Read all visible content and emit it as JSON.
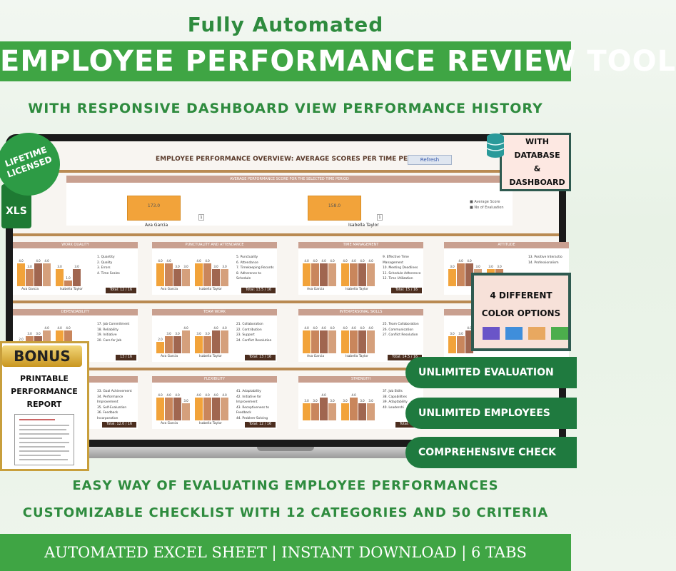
{
  "header": {
    "kicker": "Fully Automated",
    "banner": "EMPLOYEE PERFORMANCE REVIEW TOOL",
    "subtitle": "WITH RESPONSIVE DASHBOARD VIEW PERFORMANCE HISTORY"
  },
  "dashboard": {
    "title": "EMPLOYEE PERFORMANCE OVERVIEW: AVERAGE SCORES PER TIME PERIOD",
    "refresh_label": "Refresh",
    "overview": {
      "heading": "AVERAGE PERFORMANCE SCORE FOR THE SELECTED TIME PERIOD",
      "employees": [
        {
          "name": "Ava Garcia",
          "score": "173.0",
          "count": "1"
        },
        {
          "name": "Isabella Taylor",
          "score": "158.0",
          "count": "1"
        }
      ],
      "legend": [
        "Average Score",
        "No of Evaluation"
      ]
    },
    "categories": [
      {
        "title": "WORK QUALITY",
        "values": [
          "4.0",
          "3.0",
          "4.0",
          "4.0",
          "3.0",
          "1.0",
          "3.0"
        ],
        "criteria": [
          "1. Quantity",
          "2. Quality",
          "3. Errors",
          "4. Time Scales"
        ],
        "names": [
          "Ava Garcia",
          "Isabella Taylor"
        ],
        "total": "Total: 12 / 16"
      },
      {
        "title": "PUNCTUALITY AND ATTENDANCE",
        "values": [
          "4.0",
          "4.0",
          "3.0",
          "3.0",
          "4.0",
          "4.0",
          "3.0",
          "3.0"
        ],
        "criteria": [
          "5. Punctuality",
          "6. Attendance",
          "7. Timekeeping Records",
          "8. Adherence to Schedule"
        ],
        "names": [
          "Ava Garcia",
          "Isabella Taylor"
        ],
        "total": "Total: 13.5 / 16"
      },
      {
        "title": "TIME MANAGEMENT",
        "values": [
          "4.0",
          "4.0",
          "4.0",
          "4.0",
          "4.0",
          "4.0",
          "4.0",
          "4.0"
        ],
        "criteria": [
          "9. Effective Time Management",
          "10. Meeting Deadlines",
          "11. Schedule Adherence",
          "12. Time Utilization"
        ],
        "names": [
          "Ava Garcia",
          "Isabella Taylor"
        ],
        "total": "Total: 15 / 16"
      },
      {
        "title": "ATTITUDE",
        "values": [
          "3.0",
          "4.0",
          "4.0",
          "3.0",
          "3.0",
          "3.0"
        ],
        "criteria": [
          "13. Positive Interactio",
          "14. Professionalism"
        ],
        "names": [],
        "total": ""
      },
      {
        "title": "DEPENDABILITY",
        "values": [
          "2.0",
          "3.0",
          "3.0",
          "4.0",
          "4.0",
          "4.0"
        ],
        "criteria": [
          "17. Job Commitment",
          "18. Reliability",
          "19. Initiative",
          "20. Care for Job"
        ],
        "names": [],
        "total": "13 / 16"
      },
      {
        "title": "TEAM WORK",
        "values": [
          "2.0",
          "3.0",
          "3.0",
          "4.0",
          "3.0",
          "3.0",
          "4.0",
          "4.0"
        ],
        "criteria": [
          "21. Collaboration",
          "22. Contribution",
          "23. Support",
          "24. Conflict Resolution"
        ],
        "names": [
          "Ava Garcia",
          "Isabella Taylor"
        ],
        "total": "Total: 13 / 16"
      },
      {
        "title": "INTERPERSONAL SKILLS",
        "values": [
          "4.0",
          "4.0",
          "4.0",
          "4.0",
          "4.0",
          "4.0",
          "4.0",
          "4.0"
        ],
        "criteria": [
          "25. Team Collaboration",
          "26. Communication",
          "27. Conflict Resolution"
        ],
        "names": [
          "Ava Garcia",
          "Isabella Taylor"
        ],
        "total": "Total: 14.5 / 16"
      },
      {
        "title": "",
        "values": [
          "3.0",
          "3.0",
          "4.0"
        ],
        "criteria": [],
        "names": [],
        "total": ""
      },
      {
        "title": "",
        "values": [],
        "criteria": [
          "33. Goal Achievement",
          "34. Performance Improvement",
          "35. Self-Evaluation",
          "36. Feedback Incorporation"
        ],
        "names": [],
        "total": "Total: 12.0 / 16"
      },
      {
        "title": "FLEXIBILITY",
        "values": [
          "4.0",
          "4.0",
          "4.0",
          "3.0",
          "4.0",
          "4.0",
          "4.0",
          "4.0"
        ],
        "criteria": [
          "41. Adaptability",
          "42. Initiative for Improvement",
          "43. Receptiveness to Feedback",
          "44. Problem-Solving"
        ],
        "names": [
          "Ava Garcia",
          "Isabella Taylor"
        ],
        "total": "Total: 12 / 16"
      },
      {
        "title": "STRENGTH",
        "values": [
          "3.0",
          "3.0",
          "4.0",
          "3.0",
          "3.0",
          "4.0",
          "3.0",
          "3.0"
        ],
        "criteria": [
          "37. Job Skills",
          "38. Capabilities",
          "39. Adaptability",
          "40. Leadershi"
        ],
        "names": [],
        "total": "Total: 15.5"
      }
    ]
  },
  "badges": {
    "lifetime": [
      "LIFETIME",
      "LICENSED"
    ],
    "xls": "XLS",
    "database": [
      "WITH",
      "DATABASE",
      "&",
      "DASHBOARD"
    ],
    "colors_title": [
      "4 DIFFERENT",
      "COLOR OPTIONS"
    ],
    "swatches": [
      "#6a55c8",
      "#3f8edb",
      "#e8a860",
      "#4cae4c"
    ],
    "pills": [
      "UNLIMITED EVALUATION",
      "UNLIMITED EMPLOYEES",
      "COMPREHENSIVE CHECK"
    ],
    "bonus": "BONUS",
    "bonus_text": [
      "PRINTABLE",
      "PERFORMANCE",
      "REPORT"
    ]
  },
  "footer": {
    "line1": "EASY WAY OF EVALUATING EMPLOYEE PERFORMANCES",
    "line2": "CUSTOMIZABLE CHECKLIST WITH 12 CATEGORIES AND 50 CRITERIA",
    "bar": "AUTOMATED EXCEL SHEET  |  INSTANT DOWNLOAD  |  6 TABS"
  },
  "colors": {
    "green": "#3fa544",
    "dark_green": "#1f7a3f",
    "bar_orange": "#f2a33a",
    "bar_brown": "#8e5a45"
  }
}
